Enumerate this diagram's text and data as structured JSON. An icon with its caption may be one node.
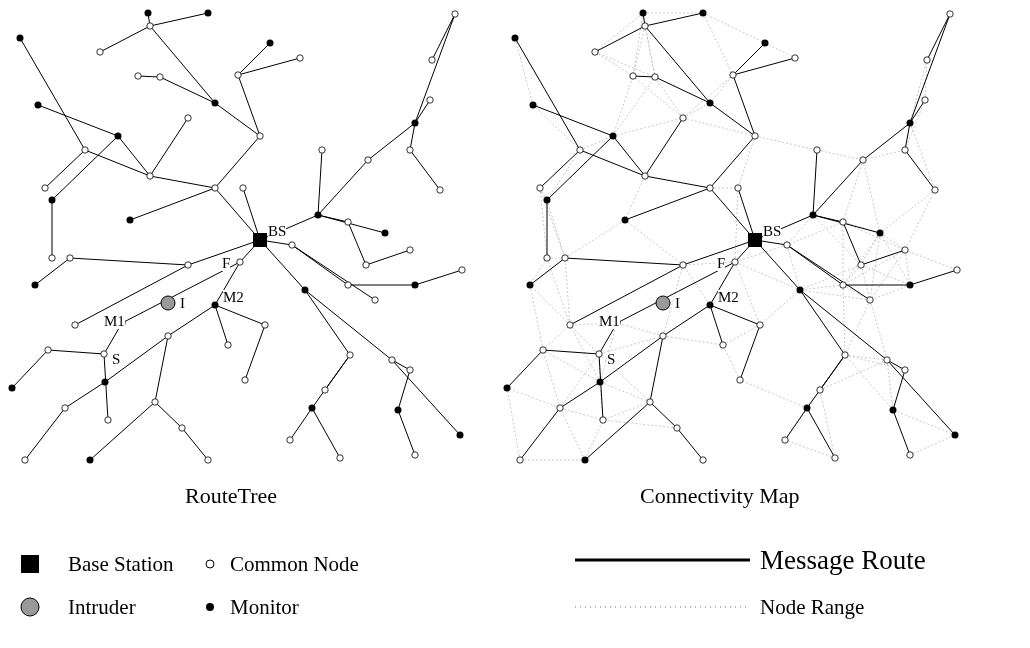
{
  "diagram": {
    "labels": [
      "BS",
      "F",
      "I",
      "M2",
      "M1",
      "S",
      "BS",
      "F",
      "I",
      "M2",
      "M1",
      "S",
      "RouteTree",
      "Connectivity Map"
    ],
    "legend": [
      {
        "text": "Base Station"
      },
      {
        "text": "Common Node"
      },
      {
        "text": "Message Route"
      },
      {
        "text": "Intruder"
      },
      {
        "text": "Monitor"
      },
      {
        "text": "Node Range"
      }
    ]
  }
}
